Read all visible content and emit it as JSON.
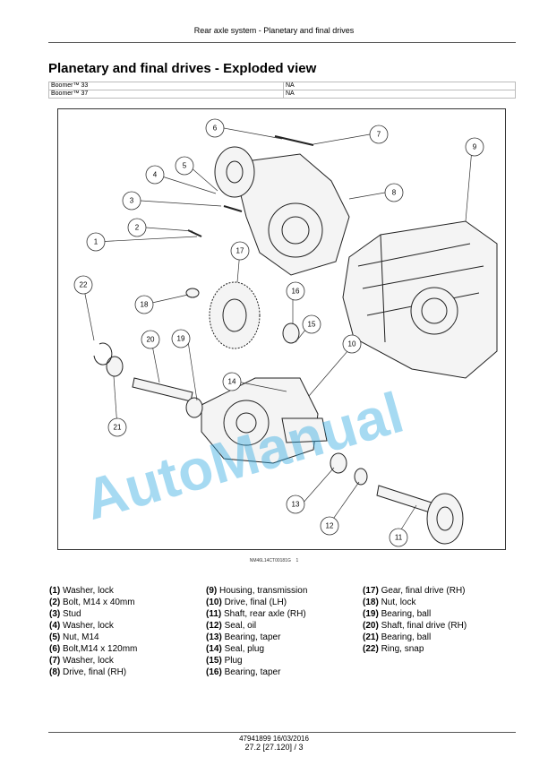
{
  "header": {
    "running_head": "Rear axle system - Planetary and final drives"
  },
  "title": "Planetary and final drives - Exploded view",
  "models": [
    {
      "model": "Boomer™ 33",
      "value": "NA"
    },
    {
      "model": "Boomer™ 37",
      "value": "NA"
    }
  ],
  "figure": {
    "figure_id": "NM46L14CT00181G",
    "figure_index": "1",
    "watermark": "AutoManual",
    "callouts": [
      "1",
      "2",
      "3",
      "4",
      "5",
      "6",
      "7",
      "8",
      "9",
      "10",
      "11",
      "12",
      "13",
      "14",
      "15",
      "16",
      "17",
      "18",
      "19",
      "20",
      "21",
      "22"
    ]
  },
  "legend": [
    [
      {
        "num": "(1)",
        "label": "Washer, lock"
      },
      {
        "num": "(2)",
        "label": "Bolt, M14 x 40mm"
      },
      {
        "num": "(3)",
        "label": "Stud"
      },
      {
        "num": "(4)",
        "label": "Washer, lock"
      },
      {
        "num": "(5)",
        "label": "Nut, M14"
      },
      {
        "num": "(6)",
        "label": "Bolt,M14 x 120mm"
      },
      {
        "num": "(7)",
        "label": "Washer, lock"
      },
      {
        "num": "(8)",
        "label": "Drive, final (RH)"
      }
    ],
    [
      {
        "num": "(9)",
        "label": "Housing, transmission"
      },
      {
        "num": "(10)",
        "label": "Drive, final (LH)"
      },
      {
        "num": "(11)",
        "label": "Shaft, rear axle (RH)"
      },
      {
        "num": "(12)",
        "label": "Seal, oil"
      },
      {
        "num": "(13)",
        "label": "Bearing, taper"
      },
      {
        "num": "(14)",
        "label": "Seal, plug"
      },
      {
        "num": "(15)",
        "label": "Plug"
      },
      {
        "num": "(16)",
        "label": "Bearing, taper"
      }
    ],
    [
      {
        "num": "(17)",
        "label": "Gear, final drive (RH)"
      },
      {
        "num": "(18)",
        "label": "Nut, lock"
      },
      {
        "num": "(19)",
        "label": "Bearing, ball"
      },
      {
        "num": "(20)",
        "label": "Shaft, final drive (RH)"
      },
      {
        "num": "(21)",
        "label": "Bearing, ball"
      },
      {
        "num": "(22)",
        "label": "Ring, snap"
      }
    ]
  ],
  "footer": {
    "doc_number": "47941899 16/03/2016",
    "page": "27.2 [27.120] / 3"
  }
}
